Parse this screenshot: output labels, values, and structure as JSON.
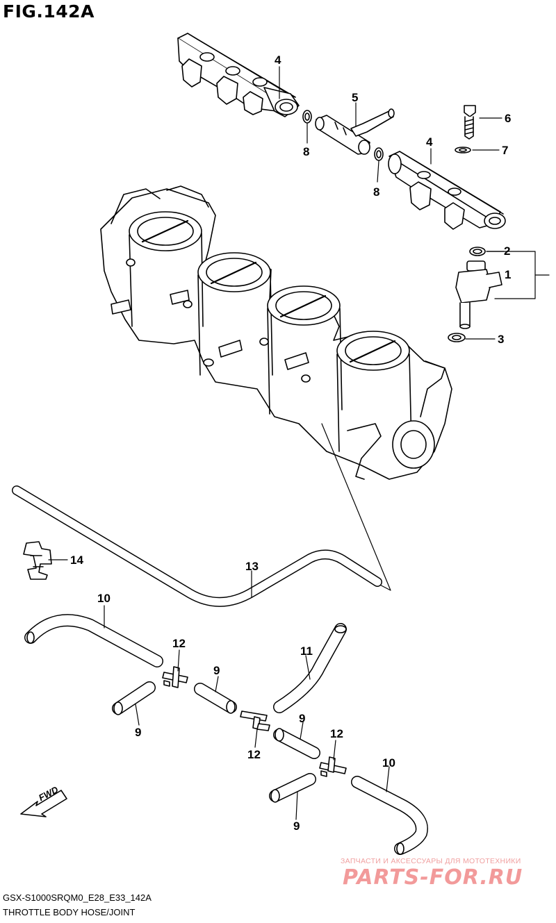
{
  "figure": {
    "title": "FIG.142A"
  },
  "callouts": [
    {
      "id": "c1",
      "label": "1"
    },
    {
      "id": "c2",
      "label": "2"
    },
    {
      "id": "c3",
      "label": "3"
    },
    {
      "id": "c4a",
      "label": "4"
    },
    {
      "id": "c4b",
      "label": "4"
    },
    {
      "id": "c5",
      "label": "5"
    },
    {
      "id": "c6",
      "label": "6"
    },
    {
      "id": "c7",
      "label": "7"
    },
    {
      "id": "c8a",
      "label": "8"
    },
    {
      "id": "c8b",
      "label": "8"
    },
    {
      "id": "c9a",
      "label": "9"
    },
    {
      "id": "c9b",
      "label": "9"
    },
    {
      "id": "c9c",
      "label": "9"
    },
    {
      "id": "c9d",
      "label": "9"
    },
    {
      "id": "c10a",
      "label": "10"
    },
    {
      "id": "c10b",
      "label": "10"
    },
    {
      "id": "c11",
      "label": "11"
    },
    {
      "id": "c12a",
      "label": "12"
    },
    {
      "id": "c12b",
      "label": "12"
    },
    {
      "id": "c12c",
      "label": "12"
    },
    {
      "id": "c13",
      "label": "13"
    },
    {
      "id": "c14",
      "label": "14"
    }
  ],
  "fwd_label": "FWD",
  "footer": {
    "model_code": "GSX-S1000SRQM0_E28_E33_142A",
    "caption": "THROTTLE BODY HOSE/JOINT"
  },
  "watermark": {
    "tagline": "ЗАПЧАСТИ И АКСЕССУАРЫ ДЛЯ МОТОТЕХНИКИ",
    "site": "PARTS-FOR.RU"
  }
}
